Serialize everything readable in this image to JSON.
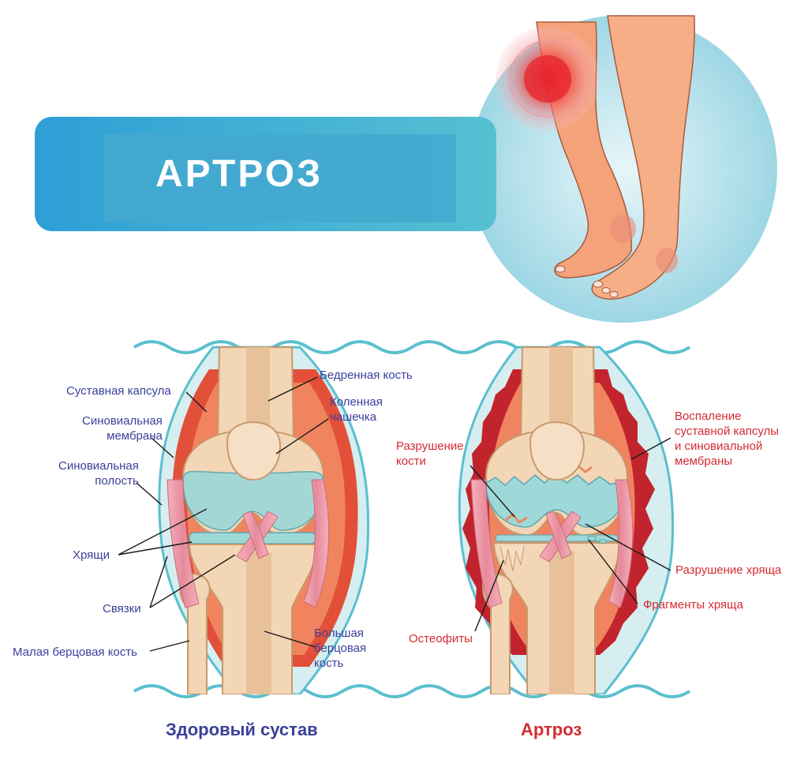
{
  "title": "АРТРОЗ",
  "healthy": {
    "caption": "Здоровый сустав",
    "labels": {
      "capsule": "Суставная капсула",
      "synovial_membrane": "Синовиальная\nмембрана",
      "synovial_cavity": "Синовиальная\nполость",
      "cartilage": "Хрящи",
      "ligaments": "Связки",
      "fibula": "Малая берцовая кость",
      "femur": "Бедренная кость",
      "patella": "Коленная\nчашечка",
      "tibia": "Большая\nберцовая\nкость"
    }
  },
  "arthrosis": {
    "caption": "Артроз",
    "labels": {
      "bone_destruction": "Разрушение\nкости",
      "inflammation": "Воспаление\nсуставной капсулы\nи синовиальной\nмембраны",
      "cartilage_destruction": "Разрушение хряща",
      "cartilage_fragments": "Фрагменты хряща",
      "osteophytes": "Остеофиты"
    }
  },
  "colors": {
    "label_blue": "#3a3f9a",
    "label_red": "#d42b33",
    "banner": "#3aa3d0",
    "bone": "#f3d6b5",
    "cartilage": "#9fd8d8",
    "capsule_red": "#e2503a",
    "skin": "#f4a27a"
  }
}
